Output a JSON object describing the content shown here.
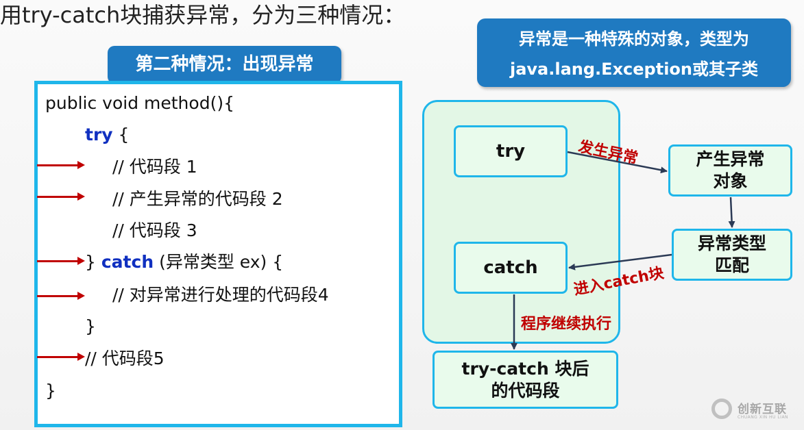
{
  "title": "用try-catch块捕获异常，分为三种情况：",
  "callout": {
    "line1": "异常是一种特殊的对象，类型为",
    "line2": "java.lang.Exception或其子类"
  },
  "case_label": "第二种情况：出现异常",
  "code": {
    "line1": "public void method(){",
    "try_kw": "try",
    "try_brace": " {",
    "line3": "// 代码段 1",
    "line4": "// 产生异常的代码段 2",
    "line5": "// 代码段 3",
    "catch_open": "} ",
    "catch_kw": "catch",
    "catch_rest": " (异常类型 ex) {",
    "line7": "// 对异常进行处理的代码段4",
    "line8": "}",
    "line9": "// 代码段5",
    "line10": "}"
  },
  "flow": {
    "try_node": "try",
    "catch_node": "catch",
    "exception_node": "产生异常对象",
    "match_node": "异常类型匹配",
    "after_node": "try-catch 块后的代码段",
    "label_occur": "发生异常",
    "label_enter": "进入catch块",
    "label_continue": "程序继续执行"
  },
  "watermark": {
    "cn": "创新互联",
    "en": "CHUANG XIN HU LIAN"
  },
  "colors": {
    "callout_bg": "#1f7ac1",
    "frame_border": "#1fb6ea",
    "node_fill": "#e9fbec",
    "keyword": "#1030c0",
    "arrow_red": "#c00000",
    "arrow_dark": "#2b3a55"
  }
}
